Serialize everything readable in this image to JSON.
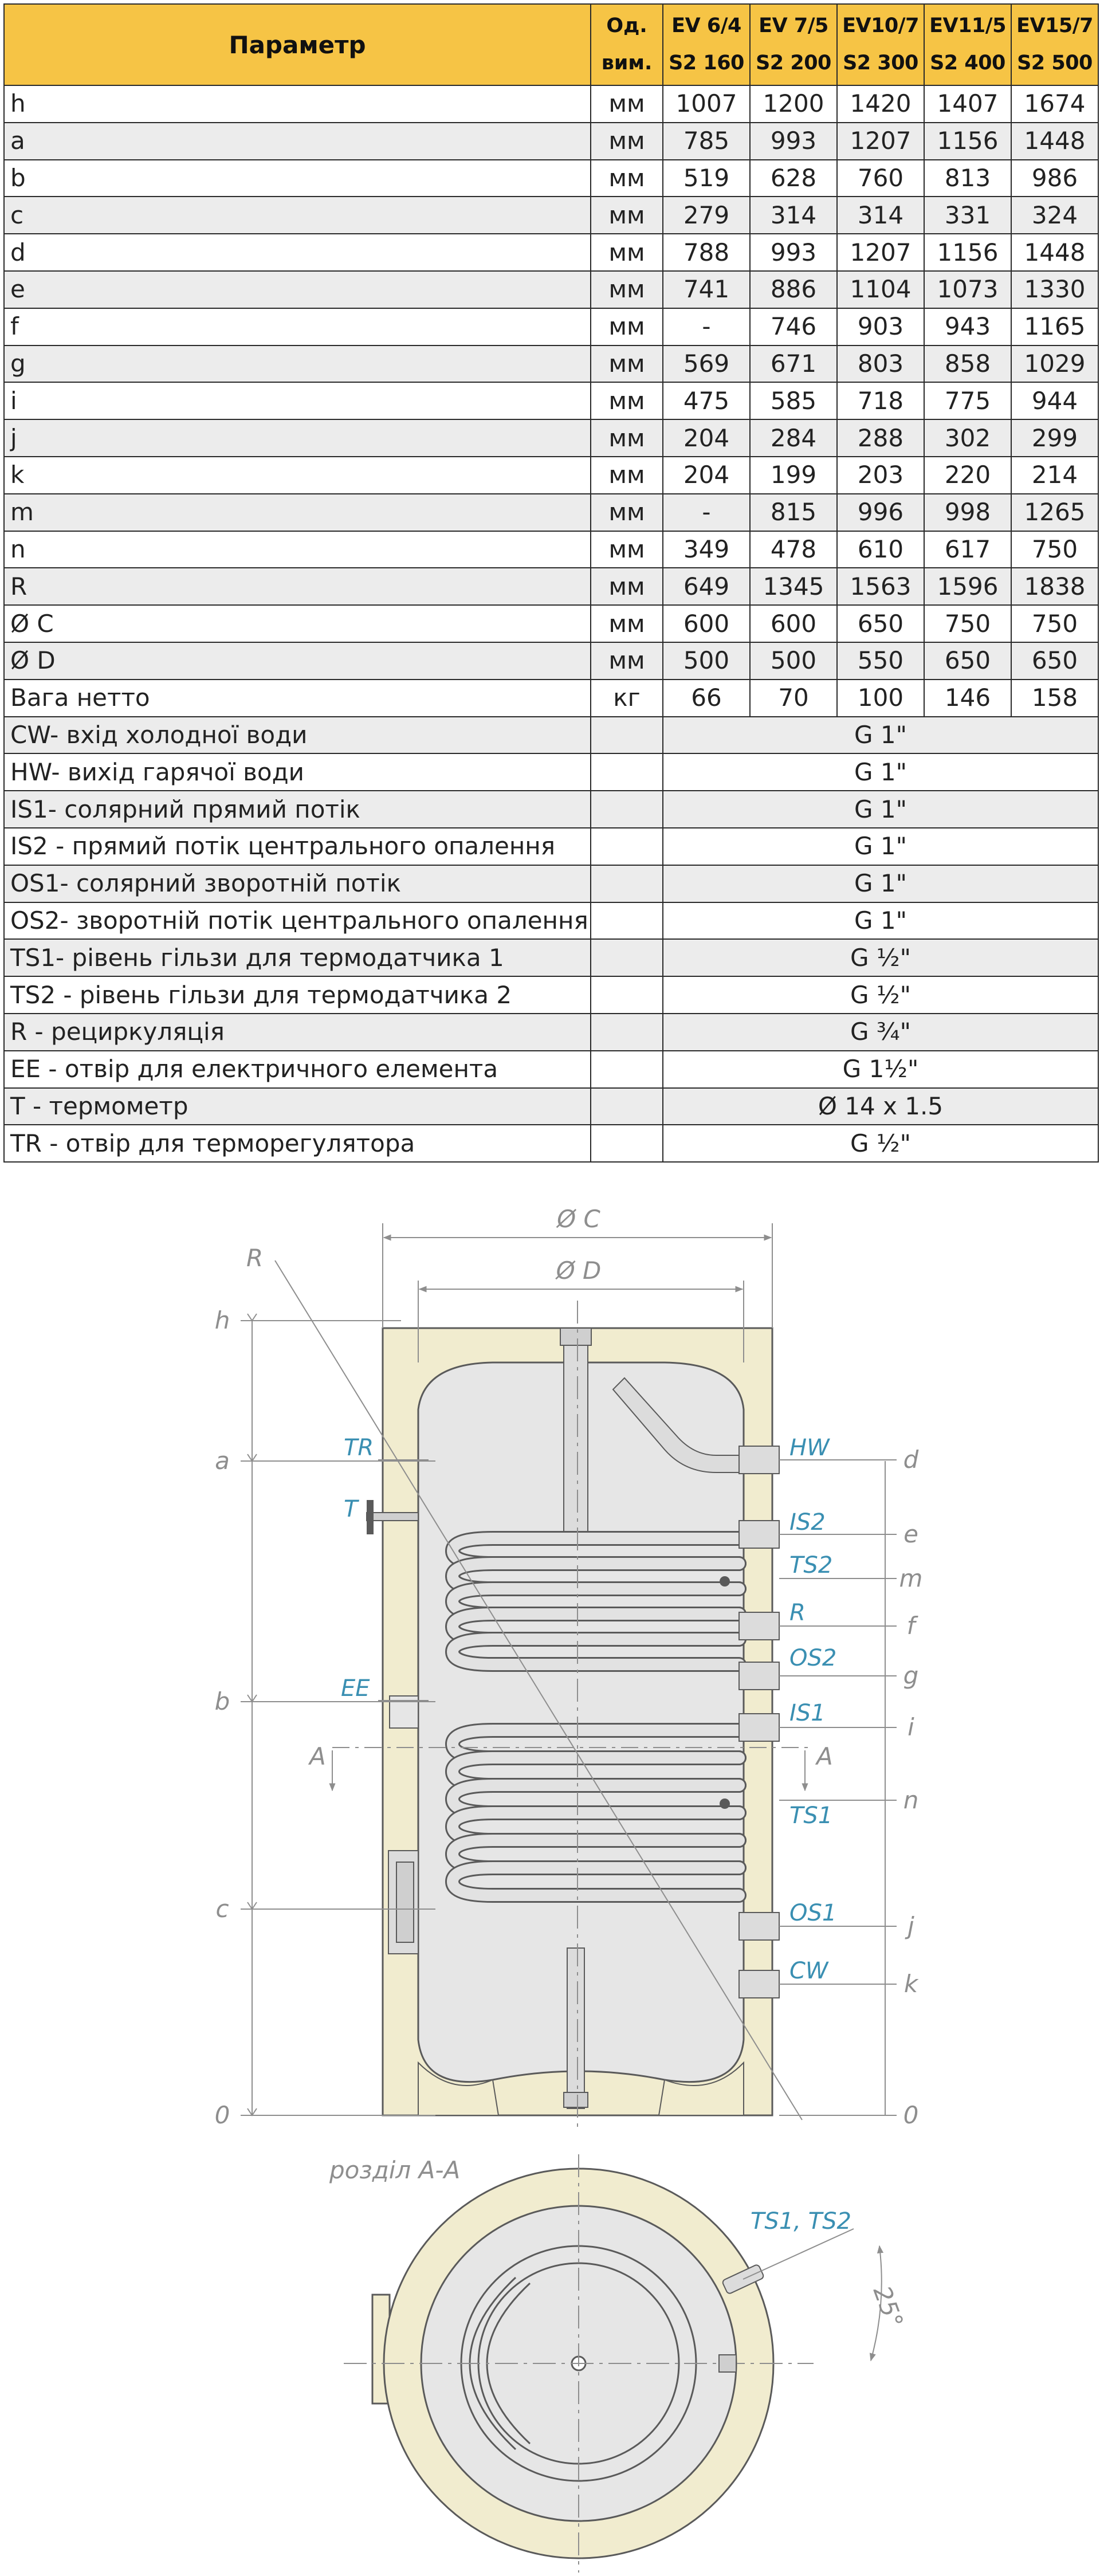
{
  "table": {
    "header": {
      "param": "Параметр",
      "unit": [
        "Од.",
        "вим."
      ],
      "models": [
        [
          "EV 6/4",
          "S2 160"
        ],
        [
          "EV 7/5",
          "S2 200"
        ],
        [
          "EV10/7",
          "S2 300"
        ],
        [
          "EV11/5",
          "S2 400"
        ],
        [
          "EV15/7",
          "S2 500"
        ]
      ]
    },
    "dimension_rows": [
      {
        "param": "h",
        "unit": "мм",
        "values": [
          "1007",
          "1200",
          "1420",
          "1407",
          "1674"
        ]
      },
      {
        "param": "a",
        "unit": "мм",
        "values": [
          "785",
          "993",
          "1207",
          "1156",
          "1448"
        ]
      },
      {
        "param": "b",
        "unit": "мм",
        "values": [
          "519",
          "628",
          "760",
          "813",
          "986"
        ]
      },
      {
        "param": "c",
        "unit": "мм",
        "values": [
          "279",
          "314",
          "314",
          "331",
          "324"
        ]
      },
      {
        "param": "d",
        "unit": "мм",
        "values": [
          "788",
          "993",
          "1207",
          "1156",
          "1448"
        ]
      },
      {
        "param": "e",
        "unit": "мм",
        "values": [
          "741",
          "886",
          "1104",
          "1073",
          "1330"
        ]
      },
      {
        "param": "f",
        "unit": "мм",
        "values": [
          "-",
          "746",
          "903",
          "943",
          "1165"
        ]
      },
      {
        "param": "g",
        "unit": "мм",
        "values": [
          "569",
          "671",
          "803",
          "858",
          "1029"
        ]
      },
      {
        "param": "i",
        "unit": "мм",
        "values": [
          "475",
          "585",
          "718",
          "775",
          "944"
        ]
      },
      {
        "param": "j",
        "unit": "мм",
        "values": [
          "204",
          "284",
          "288",
          "302",
          "299"
        ]
      },
      {
        "param": "k",
        "unit": "мм",
        "values": [
          "204",
          "199",
          "203",
          "220",
          "214"
        ]
      },
      {
        "param": "m",
        "unit": "мм",
        "values": [
          "-",
          "815",
          "996",
          "998",
          "1265"
        ]
      },
      {
        "param": "n",
        "unit": "мм",
        "values": [
          "349",
          "478",
          "610",
          "617",
          "750"
        ]
      },
      {
        "param": "R",
        "unit": "мм",
        "values": [
          "649",
          "1345",
          "1563",
          "1596",
          "1838"
        ]
      },
      {
        "param": "Ø C",
        "unit": "мм",
        "values": [
          "600",
          "600",
          "650",
          "750",
          "750"
        ]
      },
      {
        "param": "Ø D",
        "unit": "мм",
        "values": [
          "500",
          "500",
          "550",
          "650",
          "650"
        ]
      },
      {
        "param": "Вага нетто",
        "unit": "кг",
        "values": [
          "66",
          "70",
          "100",
          "146",
          "158"
        ]
      }
    ],
    "connection_rows": [
      {
        "param": "CW- вхід холодної води",
        "value": "G 1\""
      },
      {
        "param": "HW- вихід гарячої води",
        "value": "G 1\""
      },
      {
        "param": "IS1- солярний прямий потік",
        "value": "G 1\""
      },
      {
        "param": "IS2 - прямий потік центрального опалення",
        "value": "G 1\""
      },
      {
        "param": "OS1- солярний зворотній потік",
        "value": "G 1\""
      },
      {
        "param": "OS2- зворотній потік центрального опалення",
        "value": "G 1\""
      },
      {
        "param": "TS1- рівень гільзи для термодатчика 1",
        "value": "G ½\""
      },
      {
        "param": "TS2 - рівень гільзи для термодатчика 2",
        "value": "G ½\""
      },
      {
        "param": "R -  рециркуляція",
        "value": "G ¾\""
      },
      {
        "param": "EE - отвір для електричного елемента",
        "value": "G 1½\""
      },
      {
        "param": "T -  термометр",
        "value": "Ø 14 x 1.5"
      },
      {
        "param": "TR - отвір для терморегулятора",
        "value": "G ½\""
      }
    ]
  },
  "drawing": {
    "dimension_labels": {
      "diameter_outer": "Ø C",
      "diameter_inner": "Ø D",
      "radius": "R",
      "left_axis": [
        "h",
        "a",
        "b",
        "c",
        "0"
      ],
      "right_axis": [
        "d",
        "e",
        "m",
        "f",
        "g",
        "i",
        "n",
        "j",
        "k",
        "0"
      ],
      "section_marks": [
        "A",
        "A"
      ]
    },
    "connection_labels": {
      "left": [
        "TR",
        "T",
        "EE"
      ],
      "right": [
        "HW",
        "IS2",
        "TS2",
        "R",
        "OS2",
        "IS1",
        "TS1",
        "OS1",
        "CW"
      ]
    },
    "section": {
      "title": "розділ A-A",
      "sensor_label": "TS1, TS2",
      "angle": "25°"
    },
    "colors": {
      "insulation": "#f1eccf",
      "tank": "#e6e6e6",
      "outline": "#5a5a5a",
      "connection_label": "#3a8fb2",
      "dimension_label": "#8e8e8e",
      "header": "#f6c445"
    }
  }
}
